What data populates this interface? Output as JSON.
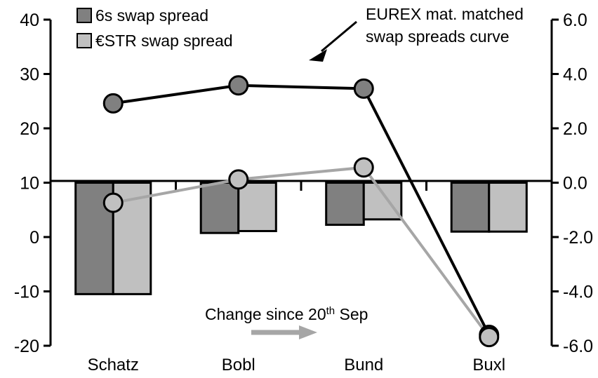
{
  "chart_data": {
    "type": "bar",
    "title": "",
    "categories": [
      "Schatz",
      "Bobl",
      "Bund",
      "Buxl"
    ],
    "xlabel": "",
    "ylabel_left": "",
    "ylabel_right": "",
    "left_axis": {
      "ticks": [
        "40",
        "30",
        "20",
        "10",
        "0",
        "-10",
        "-20"
      ],
      "values": [
        40,
        30,
        20,
        10,
        0,
        -10,
        -20
      ],
      "ylim": [
        -20,
        40
      ]
    },
    "right_axis": {
      "ticks": [
        "6.0",
        "4.0",
        "2.0",
        "0.0",
        "-2.0",
        "-4.0",
        "-6.0"
      ],
      "values": [
        6.0,
        4.0,
        2.0,
        0.0,
        -2.0,
        -4.0,
        -6.0
      ],
      "ylim": [
        -6.0,
        6.0
      ]
    },
    "baseline_left_value": 10,
    "baseline_right_value": 0.0,
    "grid": false,
    "legend_position": "top-left",
    "series": [
      {
        "name": "6s swap spread",
        "kind": "bar",
        "axis": "right",
        "color": "#808080",
        "values": [
          -4.1,
          -1.85,
          -1.55,
          -1.8
        ]
      },
      {
        "name": "€STR swap spread",
        "kind": "bar",
        "axis": "right",
        "color": "#c0c0c0",
        "values": [
          -4.1,
          -1.78,
          -1.35,
          -1.8
        ]
      },
      {
        "name": "EUREX mat. matched swap spreads curve",
        "kind": "line",
        "axis": "left",
        "color": "#000000",
        "marker_fill": "#808080",
        "values": [
          24.6,
          27.9,
          27.3,
          -18.0
        ]
      },
      {
        "name": "Change since 20th Sep",
        "kind": "line",
        "axis": "left",
        "color": "#a6a6a6",
        "marker_fill": "#c0c0c0",
        "values": [
          6.3,
          10.6,
          12.8,
          -18.4
        ]
      }
    ],
    "annotations": [
      {
        "id": "eurex-annotation",
        "text_line1": "EUREX mat. matched",
        "text_line2": "swap spreads curve",
        "arrow": "down-left",
        "arrow_color": "#000000"
      },
      {
        "id": "change-annotation",
        "text": "Change since 20",
        "text_sup": "th",
        "text_tail": " Sep",
        "arrow": "right",
        "arrow_color": "#a6a6a6"
      }
    ]
  },
  "legend": {
    "items": [
      {
        "label": "6s swap spread",
        "color": "#808080"
      },
      {
        "label": "€STR swap spread",
        "color": "#c0c0c0"
      }
    ]
  },
  "colors": {
    "bar_dark": "#808080",
    "bar_light": "#c0c0c0",
    "line_black": "#000000",
    "line_gray": "#a6a6a6",
    "axis": "#000000",
    "background": "#ffffff"
  }
}
